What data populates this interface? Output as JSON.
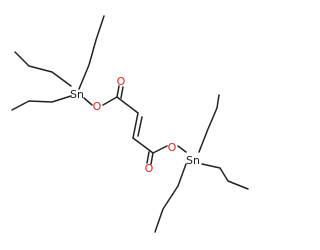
{
  "molecule": {
    "atoms": {
      "sn1": "Sn",
      "o1": "O",
      "o2": "O",
      "o3": "O",
      "o4": "O",
      "sn2": "Sn"
    },
    "colors": {
      "bond": "#222222",
      "oxygen": "#e8201a",
      "tin": "#222222"
    }
  }
}
